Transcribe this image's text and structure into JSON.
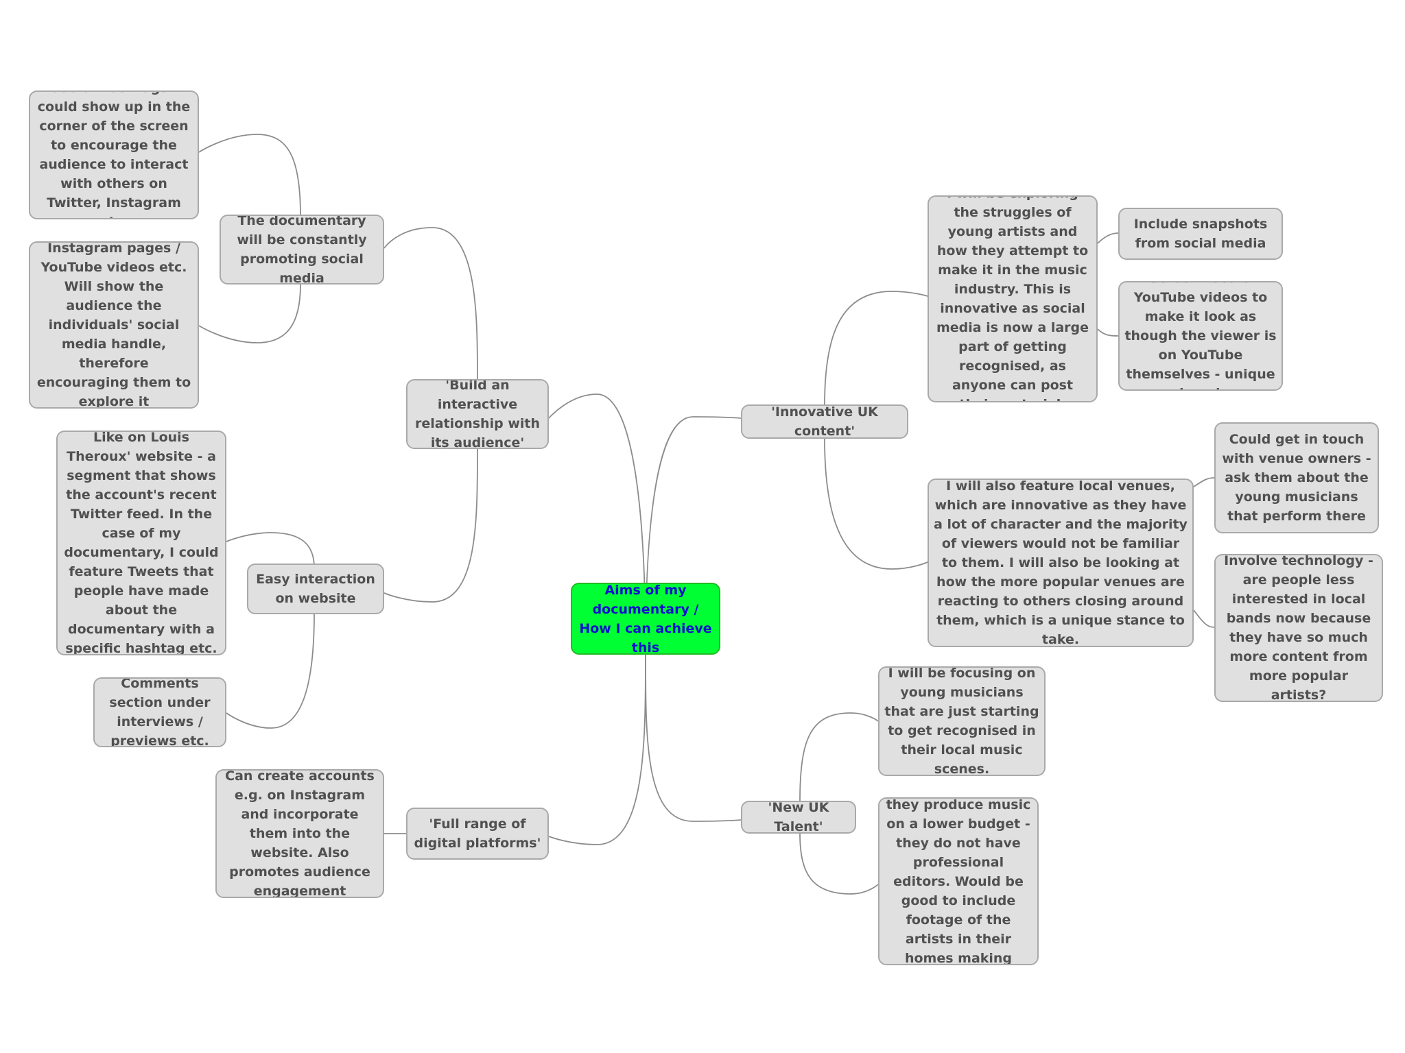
{
  "central_topic": {
    "label": "Aims of my documentary / How I can achieve this",
    "fill": "#00ff33",
    "text_color": "#1010d0"
  },
  "topics": {
    "interactive_relationship": {
      "label": "'Build an interactive relationship with its audience'",
      "promoting_social_media": {
        "label": "The documentary will be constantly promoting social media",
        "hashtags": "Use of hashtags - could show up in the corner of the screen to encourage the audience to interact with others on Twitter, Instagram etc.",
        "snapshots": "Snapshots of Instagram pages / YouTube videos etc. Will show the audience the individuals' social media handle, therefore encouraging them to explore it themselves."
      },
      "easy_interaction": {
        "label": "Easy interaction on website",
        "louis_theroux": "Like on Louis Theroux' website - a segment that shows the account's recent Twitter feed. In the case of my documentary, I could feature Tweets that people have made about the documentary with a specific hashtag etc.",
        "comments": "Comments section under interviews / previews etc."
      }
    },
    "digital_platforms": {
      "label": "'Full range of digital platforms'",
      "accounts": "Can create accounts e.g. on Instagram and incorporate them into the website. Also promotes audience engagement"
    },
    "innovative_content": {
      "label": "'Innovative UK content'",
      "exploring_struggles": {
        "label": "I will be exploring the struggles of young artists and how they attempt to make it in the music industry. This is innovative as social media is now a large part of getting recognised, as anyone can post their material.",
        "include_snapshots": "Include snapshots from social media",
        "screen_record": "Screen record YouTube videos to make it look as though the viewer is on YouTube themselves - unique and modern"
      },
      "local_venues": {
        "label": "I will also feature local venues, which are innovative as they have a lot of character and the majority of viewers would not be familiar to them. I will also be looking at how the more popular venues are reacting to others closing around them, which is a unique stance to take.",
        "venue_owners": "Could get in touch with venue owners - ask them about the young musicians that perform there",
        "technology": "Involve technology - are people less interested in local bands now because they have so much more content from more popular artists?"
      }
    },
    "new_talent": {
      "label": "'New UK Talent'",
      "young_musicians": "I will be focusing on young musicians that are just starting to get recognised in their local music scenes.",
      "low_budget": "Can focus on how they produce music on a lower budget - they do not have professional editors. Would be good to include footage of the artists in their homes making music."
    }
  }
}
